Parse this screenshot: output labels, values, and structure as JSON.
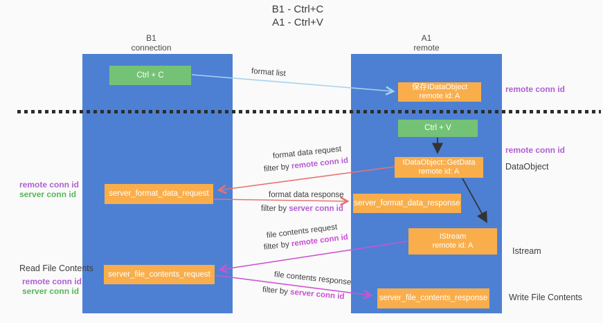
{
  "title": {
    "line1": "B1 - Ctrl+C",
    "line2": "A1 - Ctrl+V"
  },
  "lanes": {
    "left": {
      "name": "B1",
      "subtitle": "connection"
    },
    "right": {
      "name": "A1",
      "subtitle": "remote"
    }
  },
  "boxes": {
    "ctrl_c": {
      "label": "Ctrl + C"
    },
    "ctrl_v": {
      "label": "Ctrl + V"
    },
    "save_dataobject": {
      "line1": "保存IDataObject",
      "line2": "remote id: A"
    },
    "getdata": {
      "line1": "IDataObject::GetData",
      "line2": "remote id: A"
    },
    "istream": {
      "line1": "IStream",
      "line2": "remote id: A"
    },
    "format_request": {
      "label": "server_format_data_request"
    },
    "format_response": {
      "label": "server_format_data_response"
    },
    "file_request": {
      "label": "server_file_contents_request"
    },
    "file_response": {
      "label": "server_file_contents_response"
    }
  },
  "flow_labels": {
    "format_list": "format list",
    "format_data_request": "format data request",
    "format_data_request_filter_prefix": "filter by ",
    "format_data_request_filter_key": "remote conn id",
    "format_data_response": "format data response",
    "format_data_response_filter_prefix": "filter by ",
    "format_data_response_filter_key": "server conn id",
    "file_contents_request": "file contents request",
    "file_contents_request_filter_prefix": "filter by ",
    "file_contents_request_filter_key": "remote conn id",
    "file_contents_response": "file contents response",
    "file_contents_response_filter_prefix": "filter by ",
    "file_contents_response_filter_key": "server conn id"
  },
  "annotations": {
    "remote_conn_id_top_right": "remote conn id",
    "remote_conn_id_mid_right": "remote conn id",
    "dataobject": "DataObject",
    "istream": "Istream",
    "write_file_contents": "Write File Contents",
    "read_file_contents": "Read File Contents",
    "remote_conn_id_left_mid": "remote conn id",
    "server_conn_id_left_mid": "server conn id",
    "remote_conn_id_left_bottom": "remote conn id",
    "server_conn_id_left_bottom": "server conn id"
  },
  "colors": {
    "background": "#fafafa",
    "lane_blue": "#4d80d3",
    "box_orange": "#f9ae4b",
    "box_green": "#74c276",
    "arrow_salmon": "#e87272",
    "arrow_magenta": "#cd54d2",
    "arrow_lightblue": "#a6d2f0",
    "arrow_black": "#333333",
    "text_purple": "#ae5fd2",
    "text_green": "#57b65a",
    "text_dark": "#3e3e3e",
    "dashed_line": "#2d2d2d"
  }
}
